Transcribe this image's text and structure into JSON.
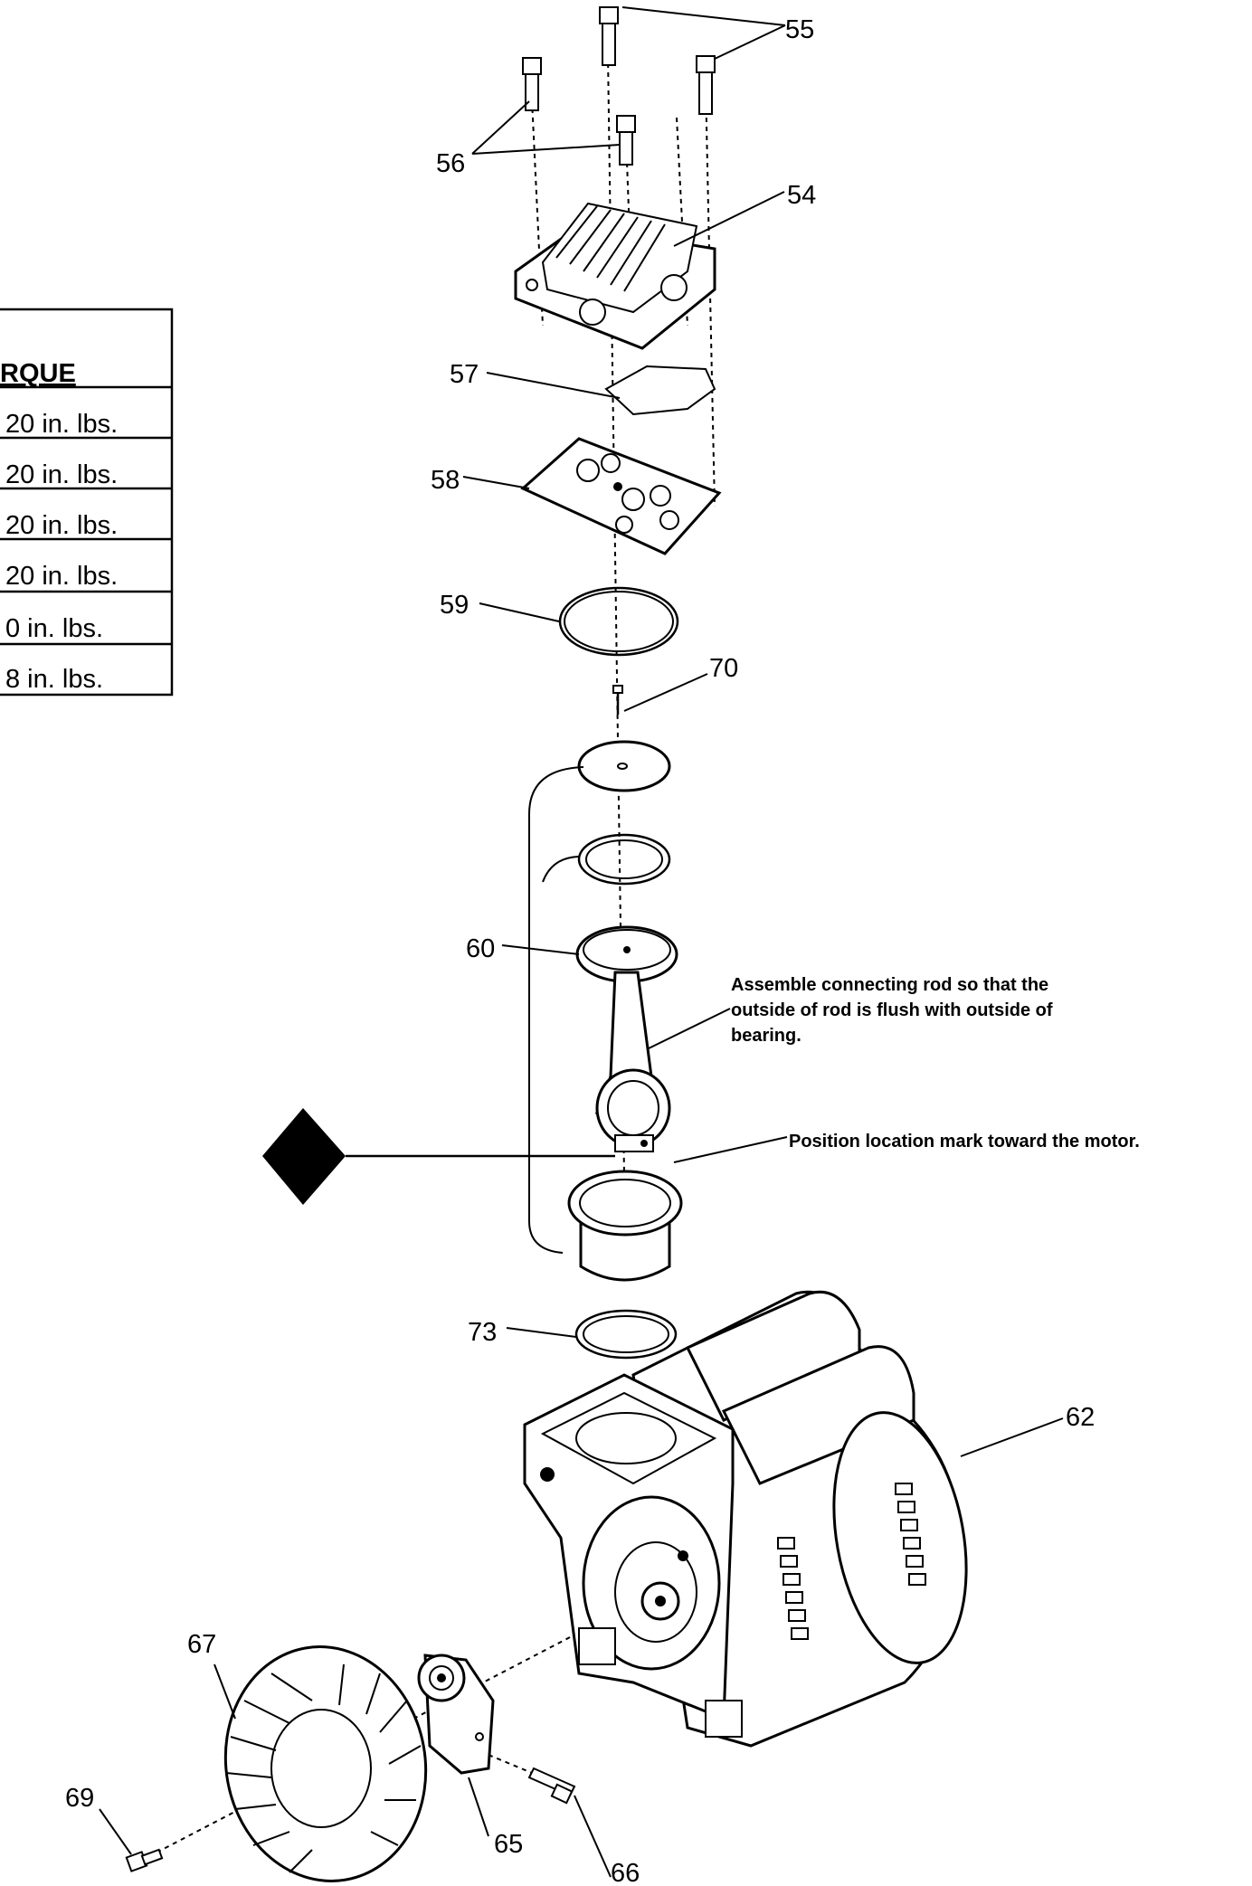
{
  "torque_table": {
    "header": "RQUE",
    "rows": [
      "20 in. lbs.",
      "20 in. lbs.",
      "20 in. lbs.",
      "20 in. lbs.",
      "0 in. lbs.",
      "8 in. lbs."
    ]
  },
  "callouts": {
    "p55": "55",
    "p56": "56",
    "p54": "54",
    "p57": "57",
    "p58": "58",
    "p59": "59",
    "p70": "70",
    "p60": "60",
    "p73": "73",
    "p62": "62",
    "p67": "67",
    "p69": "69",
    "p65": "65",
    "p66": "66"
  },
  "notes": {
    "rod_line1": "Assemble connecting rod so that the",
    "rod_line2": "outside of rod is flush with outside of",
    "rod_line3": "bearing.",
    "mark": "Position location mark toward the motor."
  }
}
